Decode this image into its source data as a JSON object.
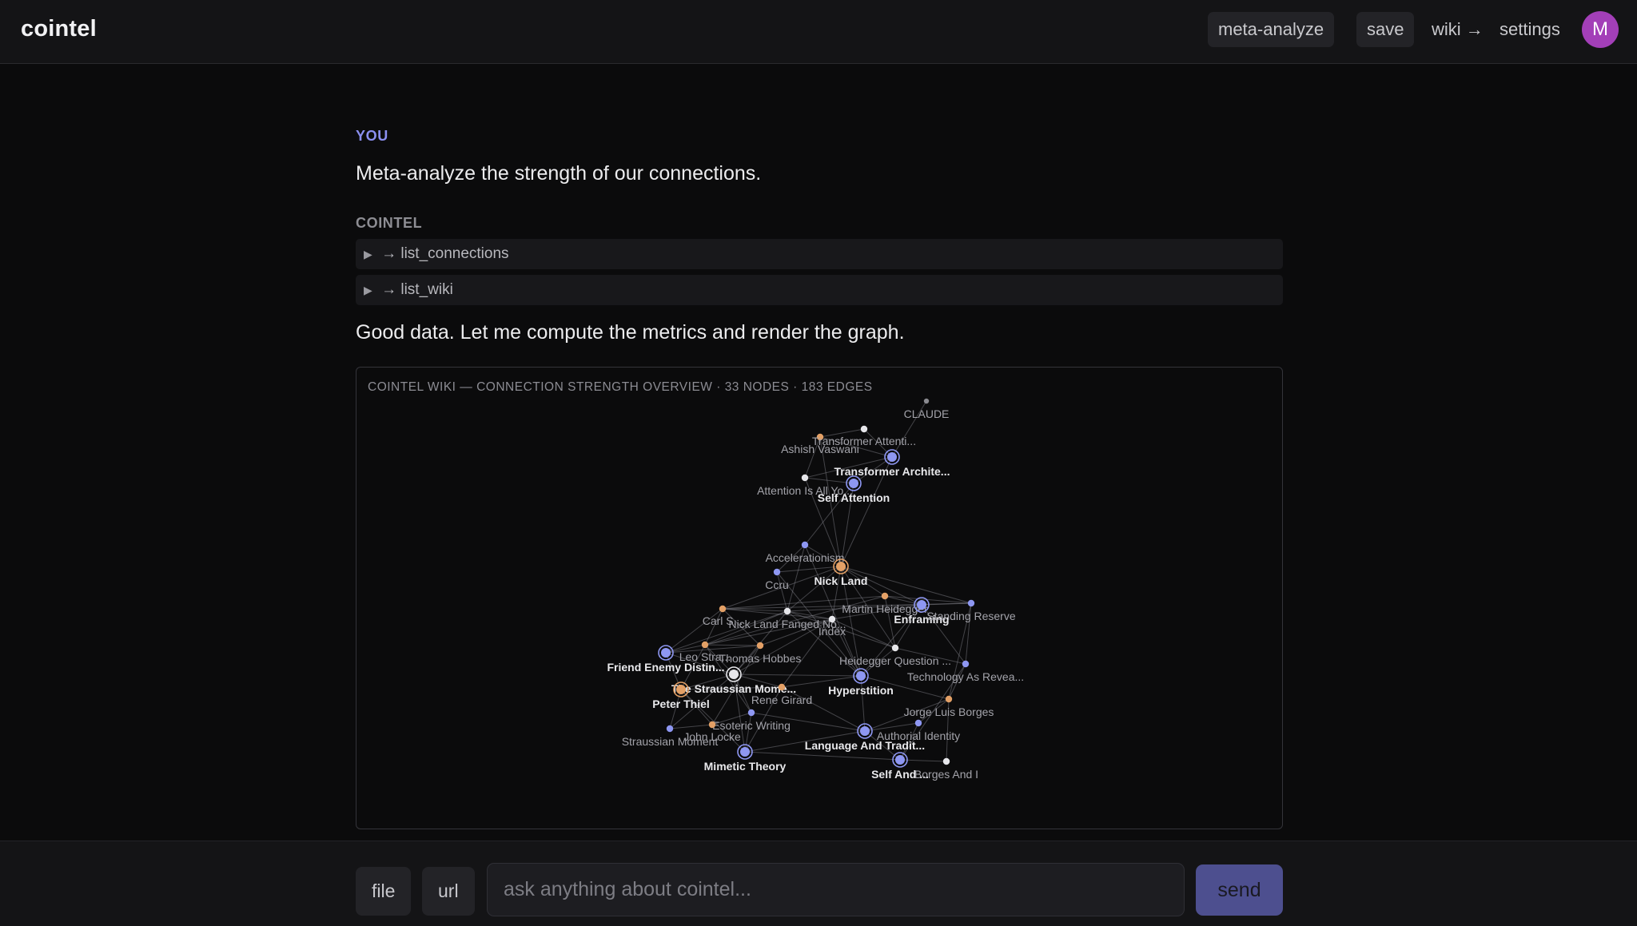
{
  "app": {
    "title": "cointel"
  },
  "header": {
    "meta_analyze_label": "meta-analyze",
    "save_label": "save",
    "wiki_label": "wiki →",
    "settings_label": "settings",
    "avatar_initial": "M",
    "avatar_color": "#a33fb8"
  },
  "conversation": {
    "user_role": "YOU",
    "user_message": "Meta-analyze the strength of our connections.",
    "assistant_role": "COINTEL",
    "tool_calls": [
      {
        "label": "→ list_connections"
      },
      {
        "label": "→ list_wiki"
      }
    ],
    "assistant_message": "Good data. Let me compute the metrics and render the graph."
  },
  "graph": {
    "title": "COINTEL WIKI — CONNECTION STRENGTH OVERVIEW · 33 NODES · 183 EDGES",
    "colors": {
      "blue": "#8e97f2",
      "orange": "#e3a066",
      "white": "#e6e6ea",
      "gray": "#8a8a90",
      "edge": "#8a8a92"
    },
    "nodes": [
      {
        "id": "claude",
        "label": "CLAUDE",
        "color": "gray"
      },
      {
        "id": "vaswani",
        "label": "Ashish Vaswani",
        "color": "orange"
      },
      {
        "id": "transformer_attn",
        "label": "Transformer Attenti...",
        "color": "white"
      },
      {
        "id": "transformer_arch",
        "label": "Transformer Archite...",
        "color": "blue",
        "hub": true
      },
      {
        "id": "attention_all",
        "label": "Attention Is All Yo...",
        "color": "white"
      },
      {
        "id": "self_attention",
        "label": "Self Attention",
        "color": "blue",
        "hub": true
      },
      {
        "id": "accelerationism",
        "label": "Accelerationism",
        "color": "blue"
      },
      {
        "id": "nick_land",
        "label": "Nick Land",
        "color": "orange",
        "hub": true
      },
      {
        "id": "ccru",
        "label": "Ccru",
        "color": "blue"
      },
      {
        "id": "heidegger",
        "label": "Martin Heidegger",
        "color": "orange"
      },
      {
        "id": "enframing",
        "label": "Enframing",
        "color": "blue",
        "hub": true
      },
      {
        "id": "standing_reserve",
        "label": "Standing Reserve",
        "color": "blue"
      },
      {
        "id": "carl_schmitt",
        "label": "Carl S...",
        "color": "orange"
      },
      {
        "id": "fanged",
        "label": "Nick Land Fanged No...",
        "color": "white"
      },
      {
        "id": "index",
        "label": "Index",
        "color": "white"
      },
      {
        "id": "leo_strauss",
        "label": "Leo Stra...",
        "color": "orange"
      },
      {
        "id": "hobbes",
        "label": "Thomas Hobbes",
        "color": "orange"
      },
      {
        "id": "heidegger_q",
        "label": "Heidegger Question ...",
        "color": "white"
      },
      {
        "id": "friend_enemy",
        "label": "Friend Enemy Distin...",
        "color": "blue",
        "hub": true
      },
      {
        "id": "straussian_moment",
        "label": "The Straussian Mome...",
        "color": "white",
        "hub": true
      },
      {
        "id": "tech_reveal",
        "label": "Technology As Revea...",
        "color": "blue"
      },
      {
        "id": "hyperstition",
        "label": "Hyperstition",
        "color": "blue",
        "hub": true
      },
      {
        "id": "peter_thiel",
        "label": "Peter Thiel",
        "color": "orange",
        "hub": true
      },
      {
        "id": "girard",
        "label": "Rene Girard",
        "color": "orange"
      },
      {
        "id": "borges",
        "label": "Jorge Luis Borges",
        "color": "orange"
      },
      {
        "id": "esoteric",
        "label": "Esoteric Writing",
        "color": "blue"
      },
      {
        "id": "authorial",
        "label": "Authorial Identity",
        "color": "blue"
      },
      {
        "id": "john_locke",
        "label": "John Locke",
        "color": "orange"
      },
      {
        "id": "language_tradition",
        "label": "Language And Tradit...",
        "color": "blue",
        "hub": true
      },
      {
        "id": "straussian_m2",
        "label": "Straussian Moment",
        "color": "blue"
      },
      {
        "id": "mimetic",
        "label": "Mimetic Theory",
        "color": "blue",
        "hub": true
      },
      {
        "id": "self_and_other",
        "label": "Self And ...",
        "color": "blue",
        "hub": true
      },
      {
        "id": "borges_and_i",
        "label": "Borges And I",
        "color": "white"
      }
    ],
    "bold_labels": [
      "Transformer Archite...",
      "Self Attention",
      "Nick Land",
      "Enframing",
      "Friend Enemy Distin...",
      "The Straussian Mome...",
      "Hyperstition",
      "Peter Thiel",
      "Language And Tradit...",
      "Mimetic Theory",
      "Self And ..."
    ]
  },
  "composer": {
    "file_label": "file",
    "url_label": "url",
    "placeholder": "ask anything about cointel...",
    "send_label": "send"
  }
}
